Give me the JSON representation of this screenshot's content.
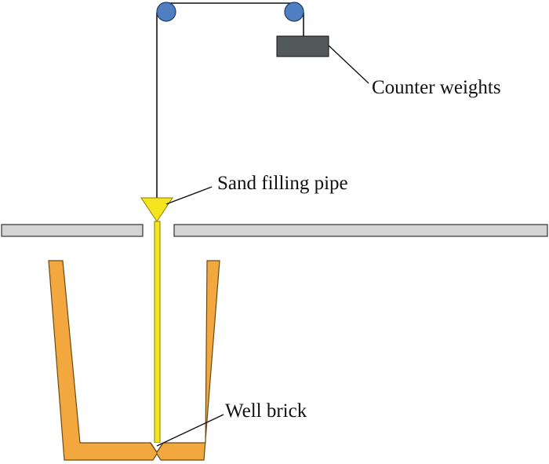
{
  "labels": {
    "counter_weights": "Counter weights",
    "sand_filling_pipe": "Sand filling pipe",
    "well_brick": "Well brick"
  },
  "colors": {
    "pulley": "#4f7fc1",
    "pulley_outline": "#1f3a66",
    "counter_weight": "#54595c",
    "rope": "#111111",
    "pipe": "#f4e51e",
    "pipe_outline": "#8a7d00",
    "platform": "#d4d4d4",
    "platform_outline": "#333333",
    "ladle": "#f3a73f",
    "ladle_outline": "#6b4a12"
  }
}
